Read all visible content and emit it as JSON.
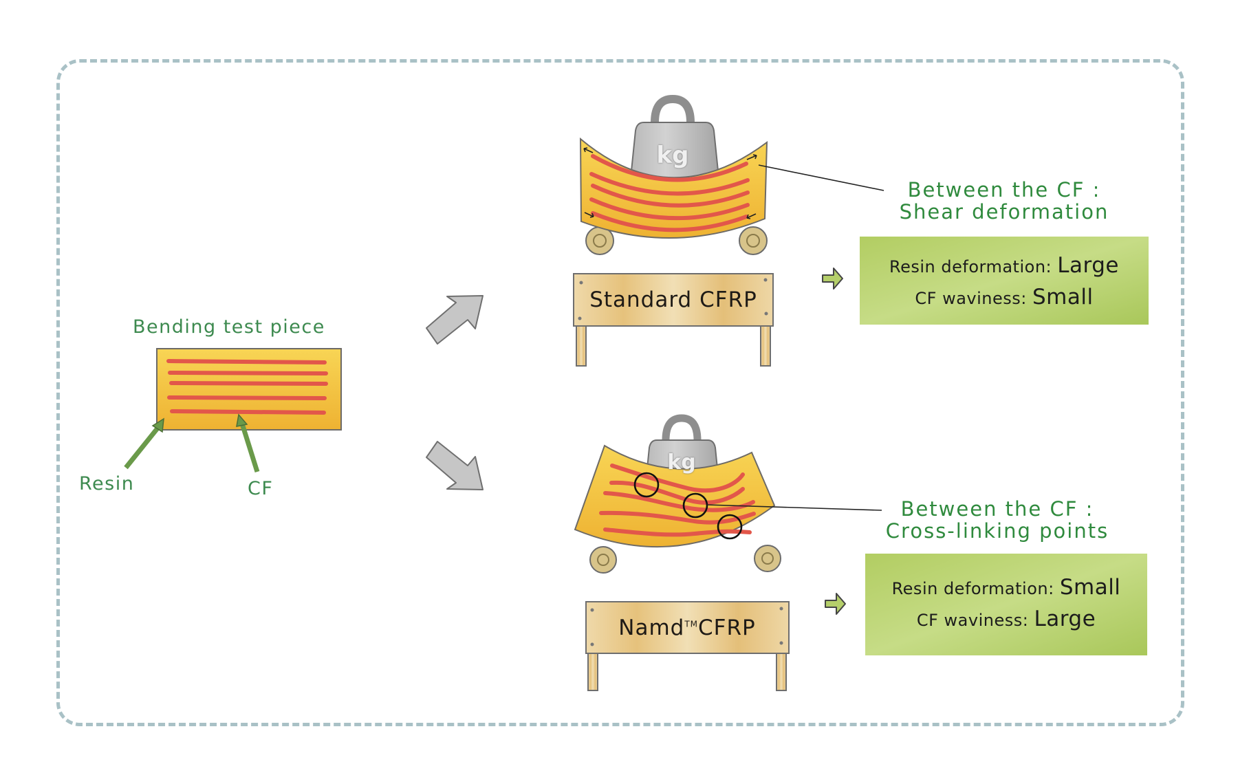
{
  "diagram": {
    "colors": {
      "frame_dash": "#a9c1c6",
      "green_text": "#2f8a3d",
      "resin_yellow": "#f5c33b",
      "carbon_fiber_red": "#e2574a",
      "result_box_green": "#b5cf6a",
      "arrow_gray": "#c4c4c4",
      "sign_wood": "#ecd3a0"
    },
    "test_piece": {
      "title": "Bending test piece",
      "resin_label": "Resin",
      "cf_label": "CF"
    },
    "standard": {
      "weight_label": "kg",
      "sign_label": "Standard CFRP",
      "callout_line1": "Between the CF :",
      "callout_line2": "Shear deformation",
      "result": {
        "resin_key": "Resin deformation:",
        "resin_value": "Large",
        "cf_key": "CF waviness:",
        "cf_value": "Small"
      }
    },
    "namd": {
      "weight_label": "kg",
      "sign_label": "Namd",
      "sign_trademark": "TM",
      "sign_suffix": "CFRP",
      "callout_line1": "Between the CF :",
      "callout_line2": "Cross-linking points",
      "result": {
        "resin_key": "Resin deformation:",
        "resin_value": "Small",
        "cf_key": "CF waviness:",
        "cf_value": "Large"
      }
    }
  }
}
